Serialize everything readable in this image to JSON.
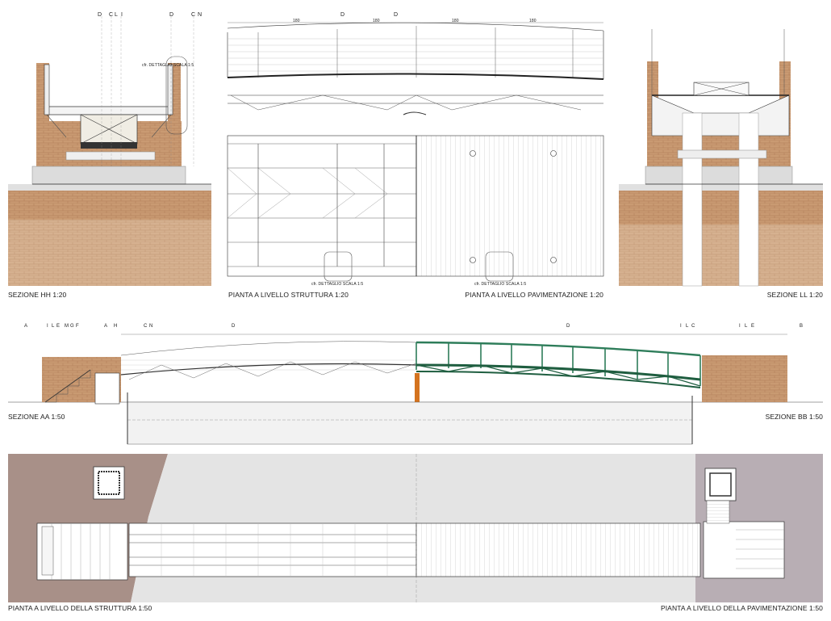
{
  "titles": {
    "sezione_hh": "SEZIONE HH 1:20",
    "pianta_struttura_20": "PIANTA A LIVELLO STRUTTURA 1:20",
    "pianta_pavimentazione_20": "PIANTA A LIVELLO PAVIMENTAZIONE 1:20",
    "sezione_ll": "SEZIONE LL 1:20",
    "sezione_aa": "SEZIONE AA 1:50",
    "sezione_bb": "SEZIONE BB 1:50",
    "pianta_struttura_50": "PIANTA A LIVELLO DELLA STRUTTURA 1:50",
    "pianta_pavimentazione_50": "PIANTA A LIVELLO DELLA PAVIMENTAZIONE 1:50"
  },
  "notes": {
    "dettaglio_scala": "cfr. DETTAGLIO SCALA 1:5",
    "dettaglio_scala_b": "cfr. DETTAGLIO SCALA 1:5",
    "dettaglio_scala_c": "cfr. DETTAGLIO SCALA 1:5"
  },
  "markers": {
    "hh": [
      "D",
      "C",
      "L",
      "I",
      "D",
      "C",
      "N"
    ],
    "aa_left": [
      "A",
      "I",
      "L",
      "E",
      "M",
      "G",
      "F",
      "A",
      "H",
      "C",
      "N",
      "D"
    ],
    "aa_right": [
      "D",
      "I",
      "L",
      "C",
      "I",
      "L",
      "E",
      "B"
    ],
    "plan_top": [
      "D",
      "D"
    ]
  },
  "dims": {
    "top": [
      "180",
      "180",
      "180",
      "180"
    ]
  },
  "colors": {
    "brick": "#c99a72",
    "brick_dark": "#b9845c",
    "green": "#2e7d5a",
    "orange": "#d4731f",
    "plan_left": "#a89088",
    "plan_right": "#b8aeb4",
    "plan_mid": "#e4e4e4"
  }
}
